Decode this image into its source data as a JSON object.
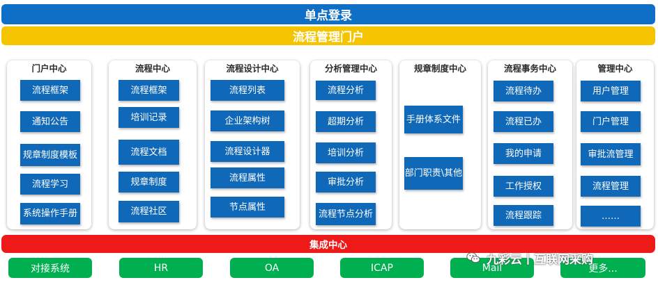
{
  "header": {
    "sso_label": "单点登录",
    "portal_label": "流程管理门户"
  },
  "columns": [
    {
      "title": "门户中心",
      "items": [
        "流程框架",
        "通知公告",
        "规章制度模板",
        "流程学习",
        "系统操作手册"
      ]
    },
    {
      "title": "流程中心",
      "items": [
        "流程框架",
        "培训记录",
        "流程文档",
        "规章制度",
        "流程社区"
      ]
    },
    {
      "title": "流程设计中心",
      "items": [
        "流程列表",
        "企业架构树",
        "流程设计器",
        "流程属性",
        "节点属性"
      ]
    },
    {
      "title": "分析管理中心",
      "items": [
        "流程分析",
        "超期分析",
        "培训分析",
        "审批分析",
        "流程节点分析"
      ]
    },
    {
      "title": "规章制度中心",
      "items": [
        "手册体系文件",
        "部门职责\\其他"
      ]
    },
    {
      "title": "流程事务中心",
      "items": [
        "流程待办",
        "流程已办",
        "我的申请",
        "工作授权",
        "流程跟踪"
      ]
    },
    {
      "title": "管理中心",
      "items": [
        "用户管理",
        "门户管理",
        "审批流管理",
        "流程管理",
        "……"
      ]
    }
  ],
  "integration_label": "集成中心",
  "systems": [
    "对接系统",
    "HR",
    "OA",
    "ICAP",
    "Mail",
    "更多..."
  ],
  "watermark": "九彩云丨互联网采购",
  "colors": {
    "sso": "#0f6fc6",
    "portal": "#f5c400",
    "item_box": "#1068b8",
    "integration": "#ee1a1a",
    "system": "#00b050"
  }
}
